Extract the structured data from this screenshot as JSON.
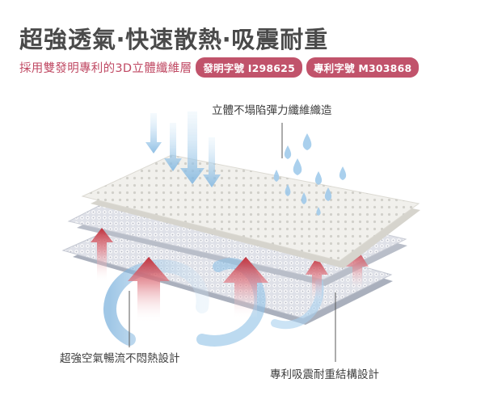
{
  "header": {
    "title": "超強透氣‧快速散熱‧吸震耐重",
    "subtitle": "採用雙發明專利的3D立體纖維層",
    "badges": [
      {
        "label": "發明字號 I298625"
      },
      {
        "label": "專利字號 M303868"
      }
    ]
  },
  "diagram": {
    "labels": {
      "top": "立體不塌陷彈力纖維織造",
      "left": "超強空氣暢流不悶熱設計",
      "right": "專利吸震耐重結構設計"
    },
    "colors": {
      "accent": "#c1536b",
      "airflow_blue": "#8fc1e6",
      "heat_red": "#c0313c",
      "pad_top": "#f1f0ec",
      "pad_mesh": "#d8dbe3"
    }
  }
}
